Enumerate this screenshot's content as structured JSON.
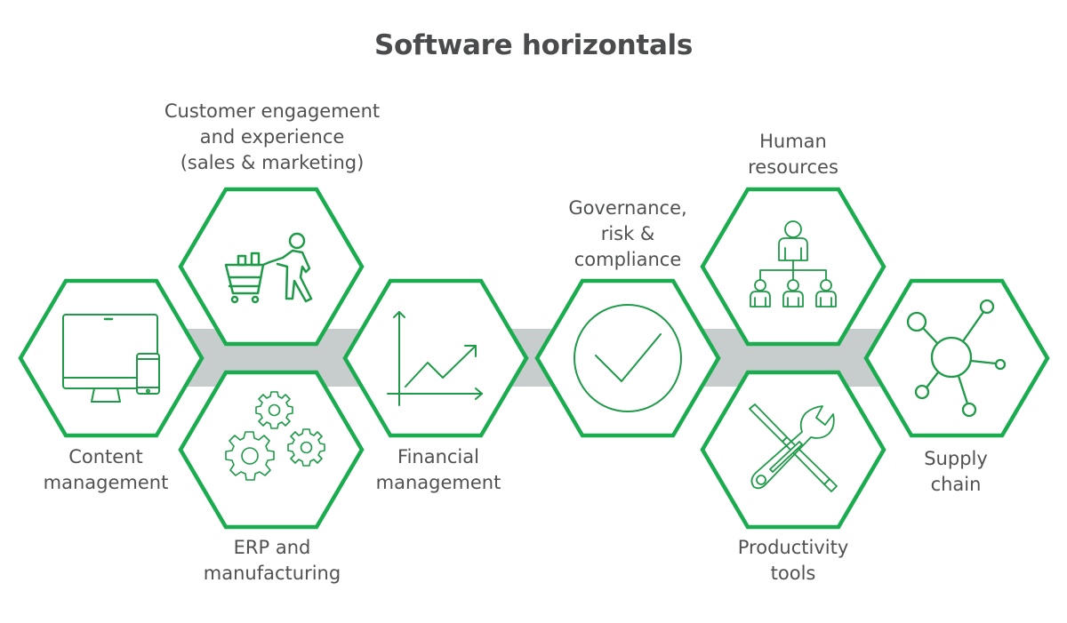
{
  "title": "Software horizontals",
  "colors": {
    "hex_stroke": "#1aac4e",
    "icon_stroke": "#1e9a48",
    "connector": "#c7cdcd",
    "text": "#505153",
    "title": "#4a4b4d"
  },
  "nodes": [
    {
      "id": "content",
      "label": "Content\nmanagement",
      "icon": "monitor-phone-icon"
    },
    {
      "id": "customer",
      "label": "Customer engagement\nand experience\n(sales & marketing)",
      "icon": "shopping-cart-person-icon"
    },
    {
      "id": "erp",
      "label": "ERP and\nmanufacturing",
      "icon": "gears-icon"
    },
    {
      "id": "financial",
      "label": "Financial\nmanagement",
      "icon": "growth-chart-icon"
    },
    {
      "id": "governance",
      "label": "Governance,\nrisk &\ncompliance",
      "icon": "check-circle-icon"
    },
    {
      "id": "hr",
      "label": "Human\nresources",
      "icon": "org-chart-icon"
    },
    {
      "id": "productivity",
      "label": "Productivity\ntools",
      "icon": "tools-icon"
    },
    {
      "id": "supply",
      "label": "Supply\nchain",
      "icon": "network-hub-icon"
    }
  ]
}
